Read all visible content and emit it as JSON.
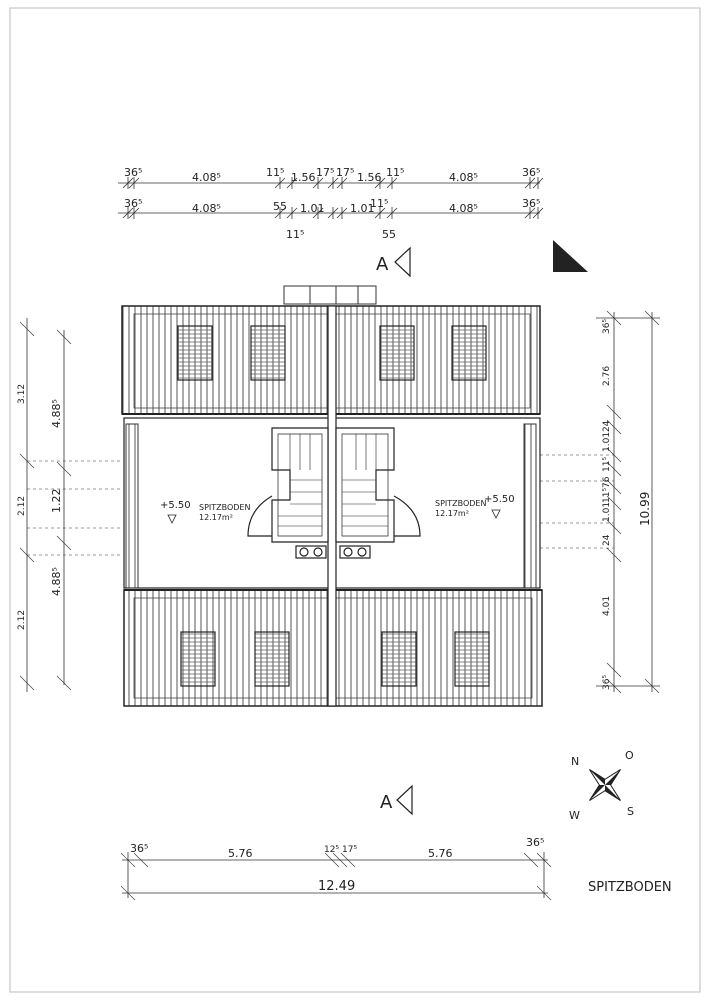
{
  "plan": {
    "sheet_title": "SPITZBODEN",
    "section_marker_label": "A",
    "rooms": [
      {
        "name": "SPITZBODEN",
        "area": "12.17m²",
        "level": "+5.50"
      },
      {
        "name": "SPITZBODEN",
        "area": "12.17m²",
        "level": "+5.50"
      }
    ],
    "compass": {
      "n": "N",
      "o": "O",
      "s": "S",
      "w": "W"
    },
    "dims_top_row1": [
      "36⁵",
      "4.08⁵",
      "11⁵",
      "1.56",
      "17⁵",
      "17⁵",
      "1.56",
      "11⁵",
      "4.08⁵",
      "36⁵"
    ],
    "dims_top_row2": [
      "36⁵",
      "4.08⁵",
      "55",
      "1.01",
      "1.01",
      "11⁵",
      "4.08⁵",
      "36⁵"
    ],
    "dims_top_row2_below": [
      "11⁵",
      "55"
    ],
    "dims_right": [
      "36⁵",
      "2.76",
      "24",
      "1.01",
      "11⁵",
      "76",
      "11⁵",
      "1.01",
      "24",
      "4.01",
      "36⁵"
    ],
    "dims_right_total": "10.99",
    "dims_left_outer": [
      "3.12",
      "2.12",
      "2.12"
    ],
    "dims_left_inner": [
      "4.88⁵",
      "1.22",
      "4.88⁵"
    ],
    "dims_bottom_row1": [
      "36⁵",
      "5.76",
      "12⁵",
      "17⁵",
      "5.76",
      "36⁵"
    ],
    "dims_bottom_total": "12.49"
  }
}
